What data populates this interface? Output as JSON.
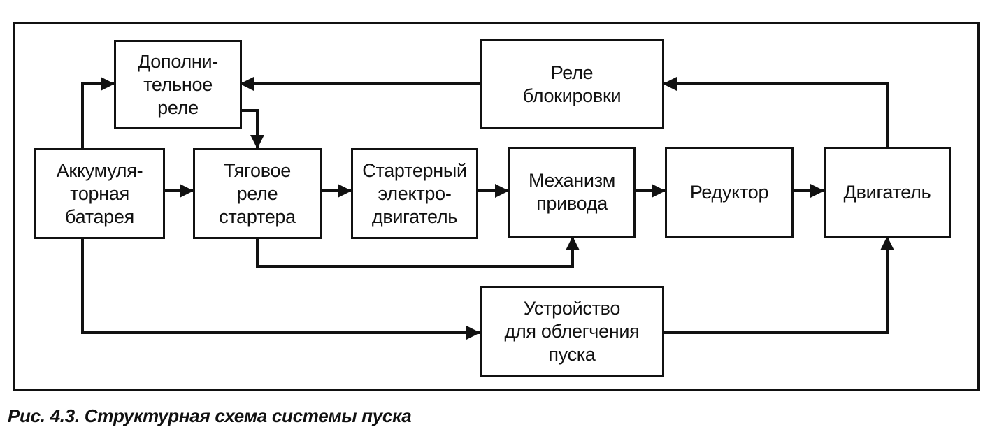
{
  "diagram": {
    "blocks": {
      "additional_relay": "Дополни-\nтельное\nреле",
      "blocking_relay": "Реле\nблокировки",
      "battery": "Аккумуля-\nторная\nбатарея",
      "traction_relay": "Тяговое\nреле\nстартера",
      "starter_motor": "Стартерный\nэлектро-\nдвигатель",
      "drive_mechanism": "Механизм\nпривода",
      "reducer": "Редуктор",
      "engine": "Двигатель",
      "start_aid": "Устройство\nдля облегчения\nпуска"
    },
    "connections": [
      {
        "from": "battery",
        "to": "additional_relay"
      },
      {
        "from": "battery",
        "to": "traction_relay"
      },
      {
        "from": "battery",
        "to": "start_aid"
      },
      {
        "from": "additional_relay",
        "to": "traction_relay"
      },
      {
        "from": "blocking_relay",
        "to": "additional_relay"
      },
      {
        "from": "traction_relay",
        "to": "starter_motor"
      },
      {
        "from": "traction_relay",
        "to": "drive_mechanism"
      },
      {
        "from": "starter_motor",
        "to": "drive_mechanism"
      },
      {
        "from": "drive_mechanism",
        "to": "reducer"
      },
      {
        "from": "reducer",
        "to": "engine"
      },
      {
        "from": "engine",
        "to": "blocking_relay"
      },
      {
        "from": "start_aid",
        "to": "engine"
      }
    ]
  },
  "caption": "Рис. 4.3. Структурная схема системы пуска",
  "colors": {
    "line": "#111111",
    "background": "#ffffff"
  }
}
